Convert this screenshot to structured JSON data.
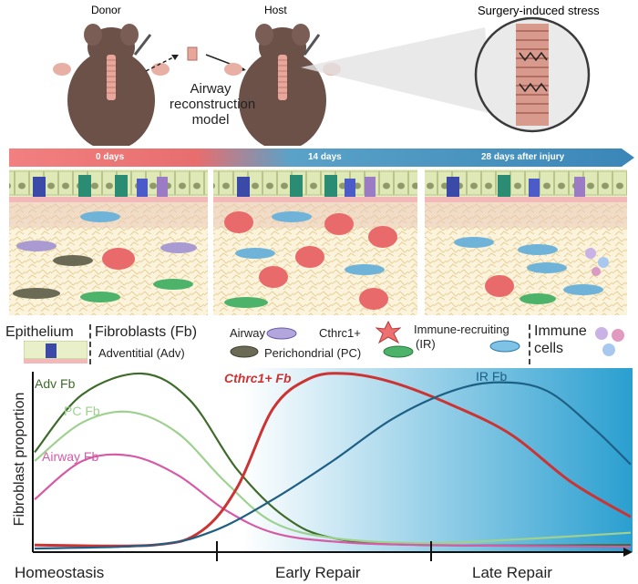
{
  "header": {
    "donor_label": "Donor",
    "host_label": "Host",
    "model_label_line1": "Airway",
    "model_label_line2": "reconstruction",
    "model_label_line3": "model",
    "stress_label": "Surgery-induced stress"
  },
  "timeline": {
    "t0": "0 days",
    "t14": "14 days",
    "t28": "28 days after injury"
  },
  "legend": {
    "epithelium": "Epithelium",
    "fibroblasts": "Fibroblasts (Fb)",
    "airway": "Airway",
    "cthrc1": "Cthrc1+",
    "adventitial": "Adventitial (Adv)",
    "perichondrial": "Perichondrial (PC)",
    "immune_recruiting_line1": "Immune-recruiting",
    "immune_recruiting_line2": "(IR)",
    "immune_line1": "Immune",
    "immune_line2": "cells"
  },
  "colors": {
    "adv": "#3f6b2a",
    "pc": "#9ed18f",
    "airway": "#d65aa6",
    "cthrc1": "#cc3333",
    "ir": "#1e5f85",
    "timeline_start": "#f07a7a",
    "timeline_end": "#3a8fbf"
  },
  "chart_data": {
    "type": "line",
    "ylabel": "Fibroblast proportion",
    "categories": [
      "Homeostasis",
      "Early Repair",
      "Late Repair"
    ],
    "series": [
      {
        "name": "Adv Fb",
        "points": [
          [
            0,
            0.55
          ],
          [
            0.08,
            0.88
          ],
          [
            0.18,
            1.0
          ],
          [
            0.26,
            0.85
          ],
          [
            0.34,
            0.45
          ],
          [
            0.42,
            0.18
          ],
          [
            0.5,
            0.06
          ],
          [
            0.65,
            0.02
          ],
          [
            1.0,
            0.02
          ]
        ]
      },
      {
        "name": "PC Fb",
        "points": [
          [
            0,
            0.5
          ],
          [
            0.08,
            0.72
          ],
          [
            0.16,
            0.78
          ],
          [
            0.24,
            0.66
          ],
          [
            0.32,
            0.38
          ],
          [
            0.4,
            0.15
          ],
          [
            0.5,
            0.06
          ],
          [
            0.65,
            0.03
          ],
          [
            0.8,
            0.05
          ],
          [
            1.0,
            0.09
          ]
        ]
      },
      {
        "name": "Airway Fb",
        "points": [
          [
            0,
            0.28
          ],
          [
            0.08,
            0.5
          ],
          [
            0.16,
            0.53
          ],
          [
            0.24,
            0.42
          ],
          [
            0.32,
            0.22
          ],
          [
            0.4,
            0.09
          ],
          [
            0.5,
            0.04
          ],
          [
            0.65,
            0.02
          ],
          [
            1.0,
            0.01
          ]
        ]
      },
      {
        "name": "Cthrc1+ Fb",
        "points": [
          [
            0,
            0.02
          ],
          [
            0.2,
            0.02
          ],
          [
            0.28,
            0.1
          ],
          [
            0.34,
            0.35
          ],
          [
            0.4,
            0.8
          ],
          [
            0.46,
            0.97
          ],
          [
            0.52,
            1.0
          ],
          [
            0.6,
            0.95
          ],
          [
            0.7,
            0.82
          ],
          [
            0.8,
            0.65
          ],
          [
            0.9,
            0.38
          ],
          [
            1.0,
            0.18
          ]
        ]
      },
      {
        "name": "IR Fb",
        "points": [
          [
            0,
            0.0
          ],
          [
            0.2,
            0.02
          ],
          [
            0.3,
            0.1
          ],
          [
            0.4,
            0.28
          ],
          [
            0.5,
            0.5
          ],
          [
            0.6,
            0.74
          ],
          [
            0.7,
            0.9
          ],
          [
            0.78,
            0.95
          ],
          [
            0.86,
            0.9
          ],
          [
            0.94,
            0.68
          ],
          [
            1.0,
            0.48
          ]
        ]
      }
    ]
  }
}
